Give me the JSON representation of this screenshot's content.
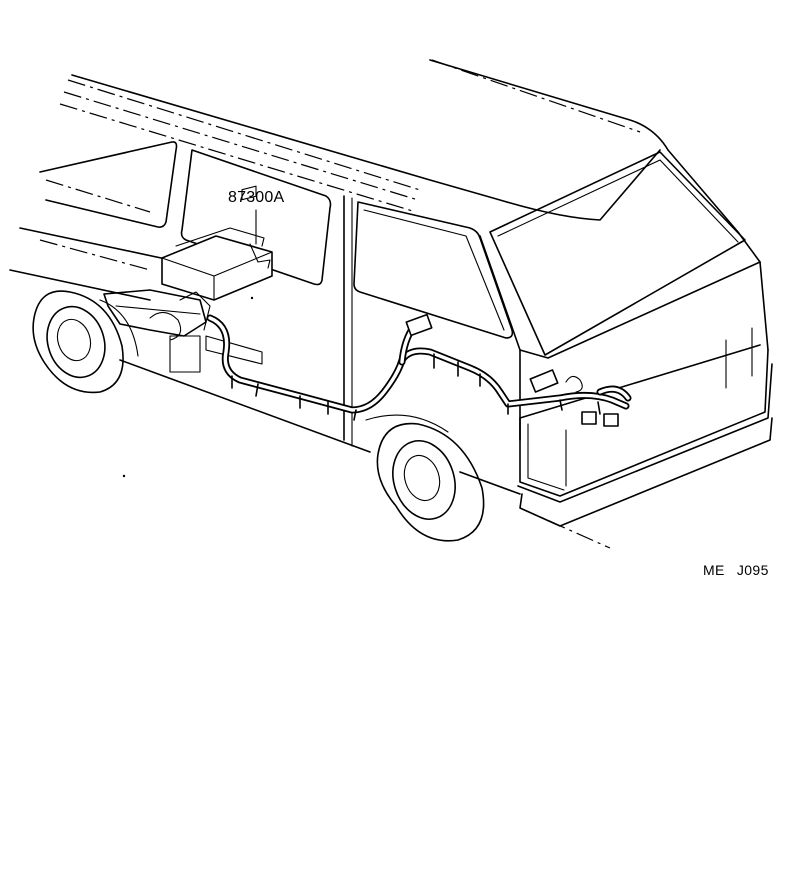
{
  "diagram": {
    "part_number_label": "87300A",
    "reference_code_prefix": "ME",
    "reference_code_number": "J095"
  },
  "colors": {
    "background": "#ffffff",
    "line": "#000000"
  },
  "icons": [
    "van-outline",
    "control-unit",
    "wire-harness",
    "wheel"
  ]
}
